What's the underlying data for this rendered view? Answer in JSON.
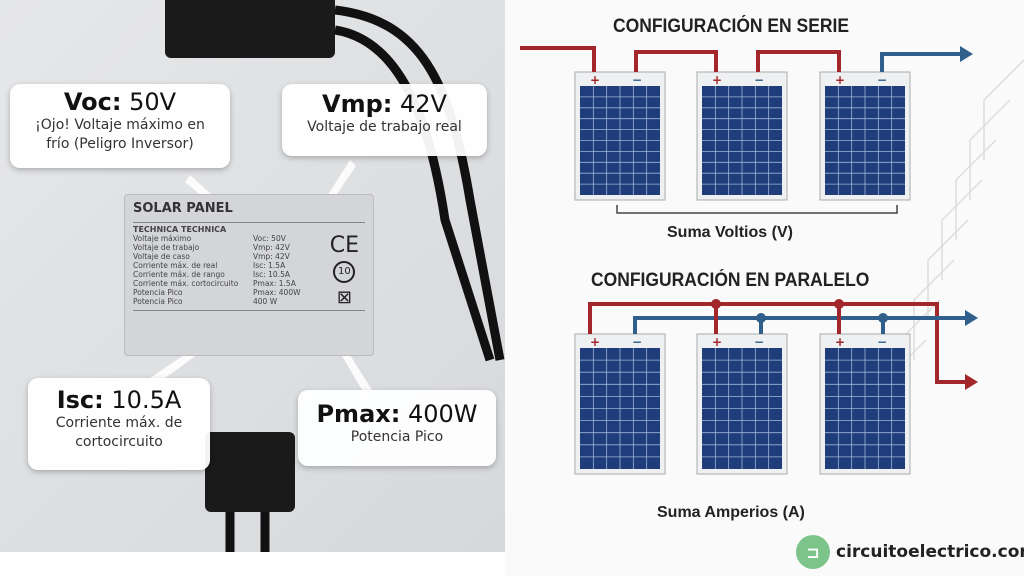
{
  "callouts": {
    "voc": {
      "key": "Voc:",
      "value": "50V",
      "desc": "¡Ojo! Voltaje máximo en frío (Peligro Inversor)"
    },
    "vmp": {
      "key": "Vmp:",
      "value": "42V",
      "desc": "Voltaje de trabajo real"
    },
    "isc": {
      "key": "Isc:",
      "value": "10.5A",
      "desc": "Corriente máx. de cortocircuito"
    },
    "pmax": {
      "key": "Pmax:",
      "value": "400W",
      "desc": "Potencia Pico"
    }
  },
  "label": {
    "title": "SOLAR PANEL",
    "subtitle": "TECHNICA TECHNICA",
    "rows": [
      [
        "Voltaje máximo",
        "Voc: 50V"
      ],
      [
        "Voltaje de trabajo",
        "Vmp: 42V"
      ],
      [
        "Voltaje de caso",
        "Vmp: 42V"
      ],
      [
        "Corriente máx. de real",
        "Isc: 1.5A"
      ],
      [
        "Corriente máx. de rango",
        "Isc: 10.5A"
      ],
      [
        "Corriente máx. cortocircuito",
        "Pmax: 1.5A"
      ],
      [
        "Potencia Pico",
        "Pmax: 400W"
      ],
      [
        "Potencia Pico",
        "400 W"
      ]
    ],
    "marks": [
      "CE",
      "10"
    ]
  },
  "series": {
    "title": "CONFIGURACIÓN EN SERIE",
    "caption": "Suma Voltios (V)"
  },
  "parallel": {
    "title": "CONFIGURACIÓN EN PARALELO",
    "caption": "Suma Amperios (A)"
  },
  "terminals": {
    "plus": "+",
    "minus": "−"
  },
  "colors": {
    "positive": "#a3262a",
    "negative": "#2f5f8a",
    "panel": "#1f3d7a",
    "brand": "#7cc48a"
  },
  "brand": {
    "name": "circuitoelectrico.com",
    "icon": "plug-icon"
  }
}
